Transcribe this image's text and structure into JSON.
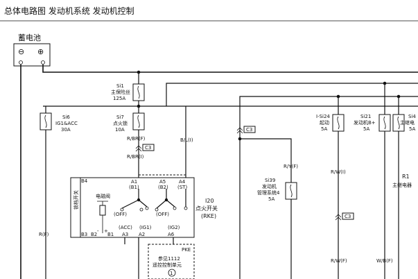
{
  "header": {
    "title": "总体电路图  发动机系统  发动机控制"
  },
  "battery": {
    "label": "蓄电池",
    "minus": "⊖",
    "plus": "⊕"
  },
  "fuses": [
    {
      "id": "si1",
      "name": "Si1",
      "desc": "主保险丝",
      "rating": "125A"
    },
    {
      "id": "si6",
      "name": "Si6",
      "desc": "IG1&ACC",
      "rating": "30A"
    },
    {
      "id": "si7",
      "name": "Si7",
      "desc": "点火锁",
      "rating": "10A"
    },
    {
      "id": "si24",
      "name": "I-Si24",
      "desc": "起动",
      "rating": "5A"
    },
    {
      "id": "si21",
      "name": "Si21",
      "desc": "发动机B+",
      "rating": "5A"
    },
    {
      "id": "si4",
      "name": "Si4",
      "desc": "主继电",
      "rating": "5A"
    },
    {
      "id": "si39",
      "name": "Si39",
      "desc1": "发动机",
      "desc2": "管理系统4",
      "rating": "5A"
    }
  ],
  "wires": {
    "r_br_f": "R/BR(F)",
    "r_br_i": "R/BR(I)",
    "b_l_i": "B/L(I)",
    "r_y_f": "R/Y(F)",
    "r_w_i": "R/W(I)",
    "r_w_f": "R/W(F)",
    "w_b_f": "W/B(F)",
    "r_f": "R(F)"
  },
  "connectors": {
    "c3a": "C3",
    "c3b": "C3",
    "c3c": "C3"
  },
  "switch": {
    "id": "I20",
    "name": "点火开关",
    "sub": "(RKE)",
    "pins": {
      "b4": "B4",
      "a1": "A1",
      "a5": "A5",
      "a4": "A4",
      "b1_tag": "(B1)",
      "b2_tag": "(B2)",
      "st_tag": "(ST)",
      "b3": "B3",
      "b2": "B2",
      "b1": "B1",
      "a3": "A3",
      "a2": "A2",
      "a6": "A6",
      "acc_tag": "(ACC)",
      "ig1_tag": "(IG1)",
      "ig2_tag": "(IG2)",
      "off1": "(OFF)",
      "off2": "(OFF)",
      "minus": "-",
      "plus": "+"
    },
    "lock_switch": "锁档开关",
    "solenoid": "电磁阀"
  },
  "relay": {
    "id": "R1",
    "name": "主继电器"
  },
  "pke": {
    "title": "PKE",
    "ref": "参见1112",
    "desc": "遥控控制单元",
    "num": "1"
  }
}
